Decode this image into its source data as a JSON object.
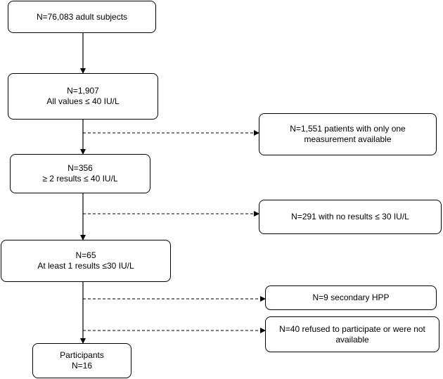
{
  "flowchart": {
    "main": {
      "step1": {
        "line1": "N=76,083 adult subjects"
      },
      "step2": {
        "line1": "N=1,907",
        "line2": "All values  ≤ 40 IU/L"
      },
      "step3": {
        "line1": "N=356",
        "line2": "≥ 2 results ≤ 40 IU/L"
      },
      "step4": {
        "line1": "N=65",
        "line2": "At least 1 results ≤30 IU/L"
      },
      "step5": {
        "line1": "Participants",
        "line2": "N=16"
      }
    },
    "exclusions": {
      "ex1": {
        "text": "N=1,551 patients with only one measurement available"
      },
      "ex2": {
        "text": "N=291 with no results ≤ 30 IU/L"
      },
      "ex3": {
        "text": "N=9 secondary HPP"
      },
      "ex4": {
        "text": "N=40  refused to participate or were not available"
      }
    },
    "colors": {
      "line": "#000000",
      "box_border": "#000000",
      "background": "#ffffff"
    }
  }
}
